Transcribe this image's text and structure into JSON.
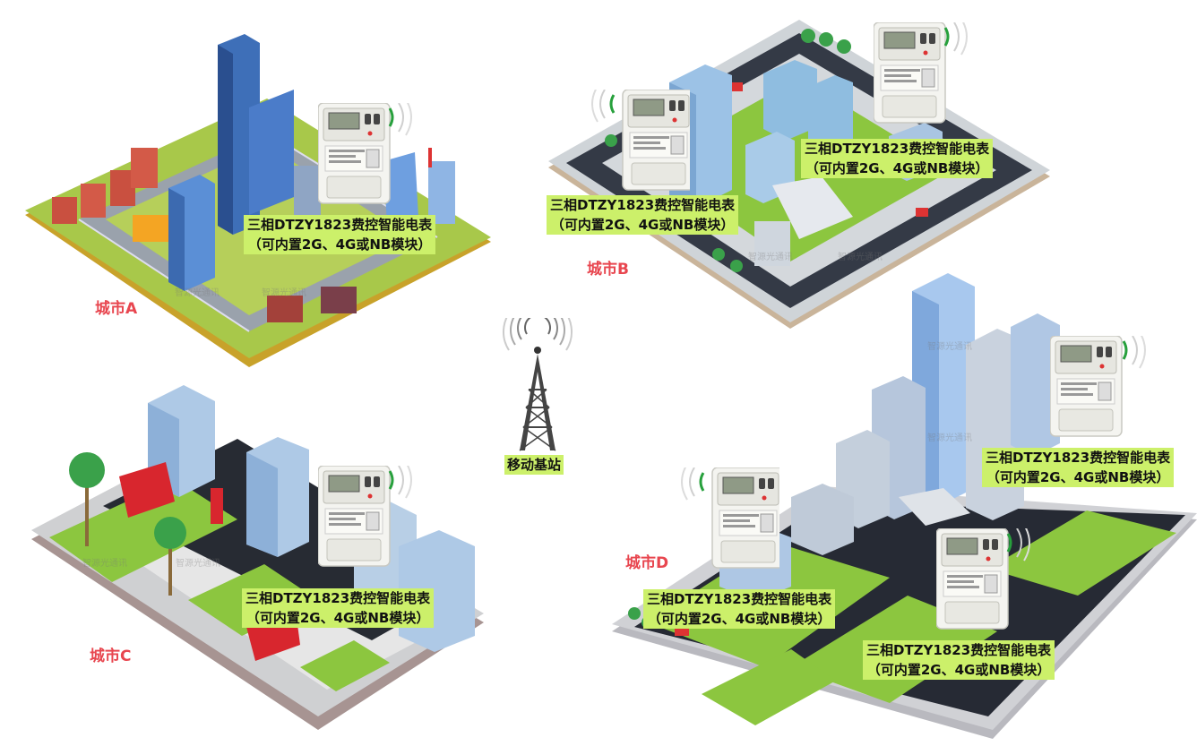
{
  "cities": [
    {
      "id": "A",
      "name": "城市A"
    },
    {
      "id": "B",
      "name": "城市B"
    },
    {
      "id": "C",
      "name": "城市C"
    },
    {
      "id": "D",
      "name": "城市D"
    }
  ],
  "meter_label": {
    "line1": "三相DTZY1823费控智能电表",
    "line2": "（可内置2G、4G或NB模块）"
  },
  "tower": {
    "label": "移动基站"
  },
  "watermark": "智源光通讯",
  "colors": {
    "label_bg": "#ccf06a",
    "city_name": "#e8464f",
    "grass": "#8cc63f",
    "road": "#2a2f3a"
  }
}
